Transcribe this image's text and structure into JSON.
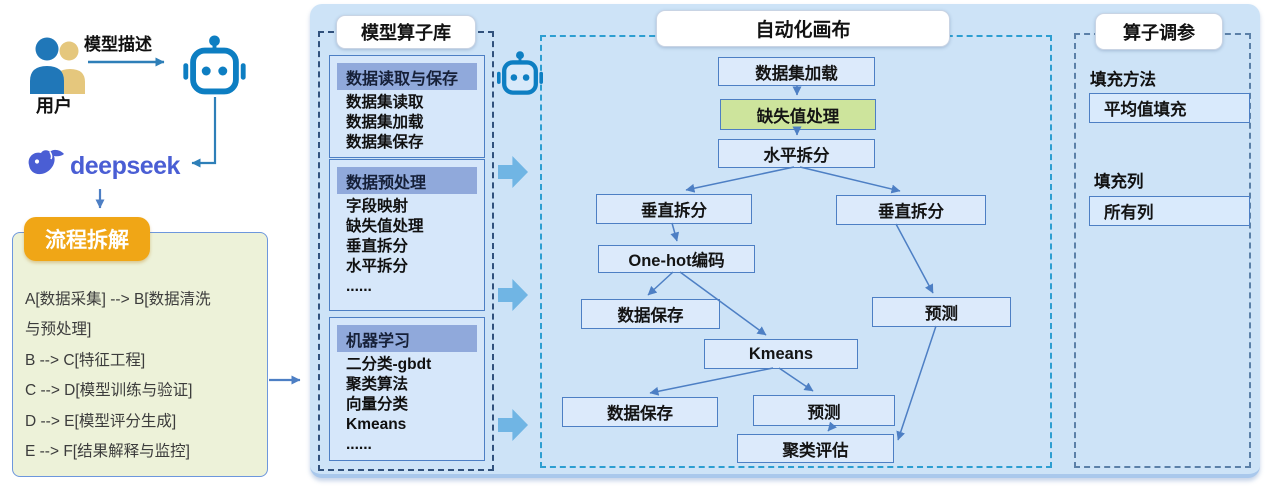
{
  "left": {
    "user_label": "用户",
    "input_arrow_label": "模型描述",
    "deepseek_text": "deepseek",
    "decompose_button": "流程拆解",
    "flow_lines": [
      "A[数据采集] --> B[数据清洗",
      "与预处理]",
      "B --> C[特征工程]",
      "C --> D[模型训练与验证]",
      "D --> E[模型评分生成]",
      "E --> F[结果解释与监控]"
    ]
  },
  "library": {
    "title": "模型算子库",
    "groups": [
      {
        "header": "数据读取与保存",
        "items": [
          "数据集读取",
          "数据集加载",
          "数据集保存"
        ]
      },
      {
        "header": "数据预处理",
        "items": [
          "字段映射",
          "缺失值处理",
          "垂直拆分",
          "水平拆分",
          "......"
        ]
      },
      {
        "header": "机器学习",
        "items": [
          "二分类-gbdt",
          "聚类算法",
          "向量分类",
          "Kmeans",
          "......"
        ]
      }
    ]
  },
  "canvas": {
    "title": "自动化画布",
    "nodes": [
      {
        "id": "dataset-load",
        "label": "数据集加载"
      },
      {
        "id": "missing-value",
        "label": "缺失值处理",
        "highlight": true
      },
      {
        "id": "horizontal-split",
        "label": "水平拆分"
      },
      {
        "id": "vertical-split-left",
        "label": "垂直拆分"
      },
      {
        "id": "vertical-split-right",
        "label": "垂直拆分"
      },
      {
        "id": "one-hot-encode",
        "label": "One-hot编码"
      },
      {
        "id": "data-save-top",
        "label": "数据保存"
      },
      {
        "id": "kmeans",
        "label": "Kmeans"
      },
      {
        "id": "data-save-bottom",
        "label": "数据保存"
      },
      {
        "id": "predict-bottom",
        "label": "预测"
      },
      {
        "id": "predict-right",
        "label": "预测"
      },
      {
        "id": "cluster-eval",
        "label": "聚类评估"
      }
    ]
  },
  "tuning": {
    "title": "算子调参",
    "fields": [
      {
        "label": "填充方法",
        "value": "平均值填充"
      },
      {
        "label": "填充列",
        "value": "所有列"
      }
    ]
  },
  "colors": {
    "panel_bg": "#cde3f7",
    "node_fill": "#dceafb",
    "node_border": "#4d7fc4",
    "highlight_green": "#cde49c",
    "group_header": "#90a9db",
    "accent_orange": "#f0a616",
    "deepseek_blue": "#4a5ed4",
    "robot_blue": "#0d7ec2",
    "thick_arrow_blue": "#70b5e4",
    "mermaid_box_bg": "#edf2d9"
  }
}
